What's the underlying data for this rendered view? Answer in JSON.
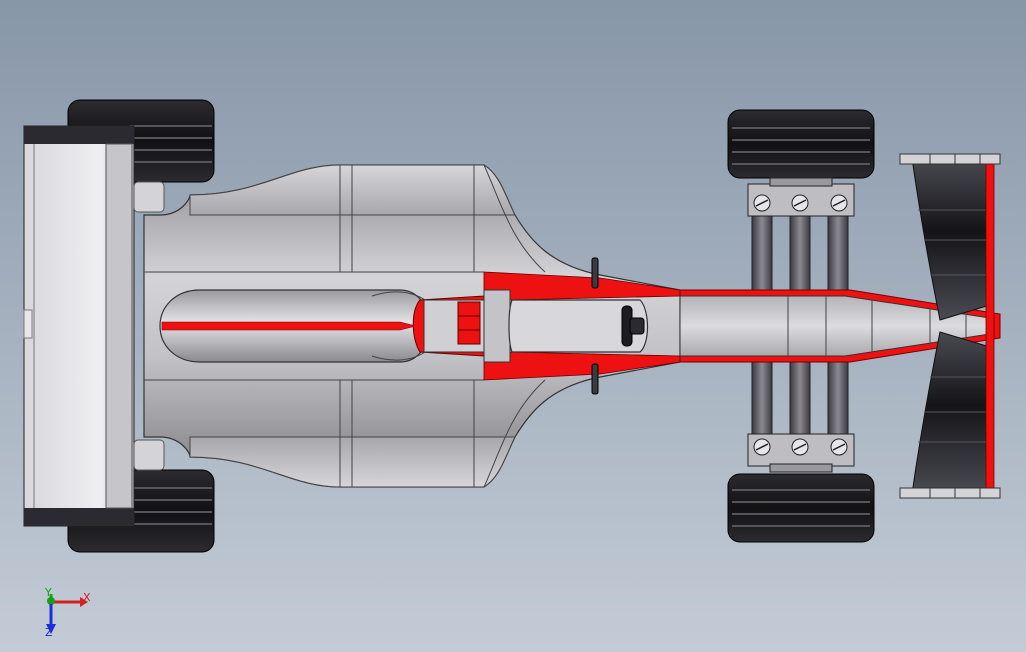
{
  "viewport": {
    "background_top": "#8796a8",
    "background_bottom": "#c3ccd6"
  },
  "model": {
    "body_color": "#c8c8cc",
    "accent_color": "#ee1111",
    "tire_color": "#1e1e22",
    "wing_color": "#2a2a30"
  },
  "triad": {
    "x_label": "X",
    "y_label": "Y",
    "z_label": "Z",
    "x_color": "#d42020",
    "y_color": "#18a018",
    "z_color": "#1a2fd8"
  }
}
